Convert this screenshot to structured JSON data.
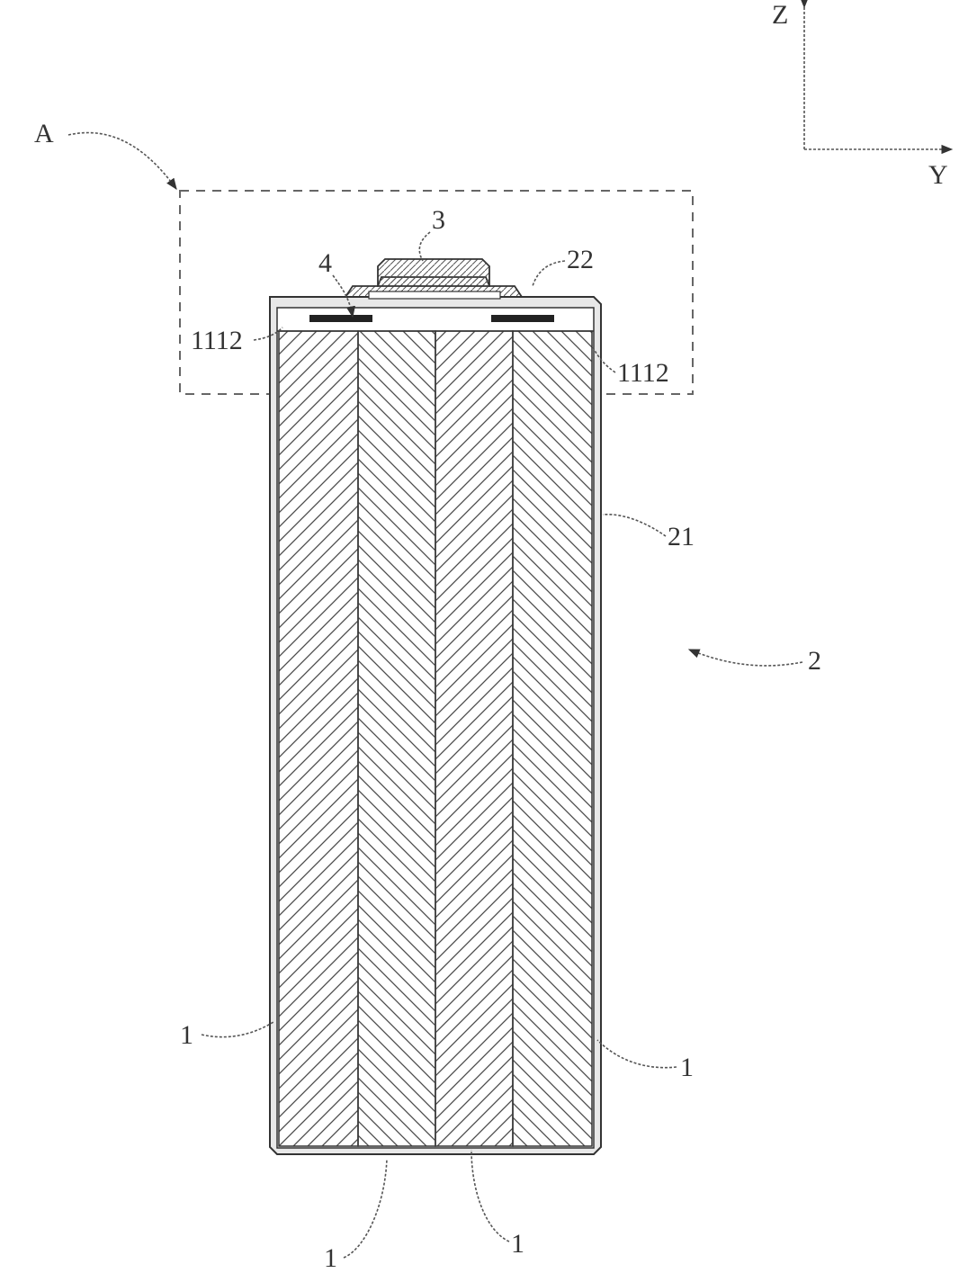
{
  "figure": {
    "axes": {
      "z_label": "Z",
      "y_label": "Y"
    },
    "labels": {
      "region_a": "A",
      "terminal": "3",
      "tab_connector": "4",
      "cap_plate": "22",
      "tab_left": "1112",
      "tab_right": "1112",
      "housing": "21",
      "battery_cell": "2",
      "cell_left": "1",
      "cell_right": "1",
      "cell_bottom_left": "1",
      "cell_bottom_right": "1"
    }
  },
  "colors": {
    "line": "#333333",
    "hatch": "#4a4a4a",
    "casing_fill": "#e8e8e8",
    "background": "#ffffff"
  }
}
